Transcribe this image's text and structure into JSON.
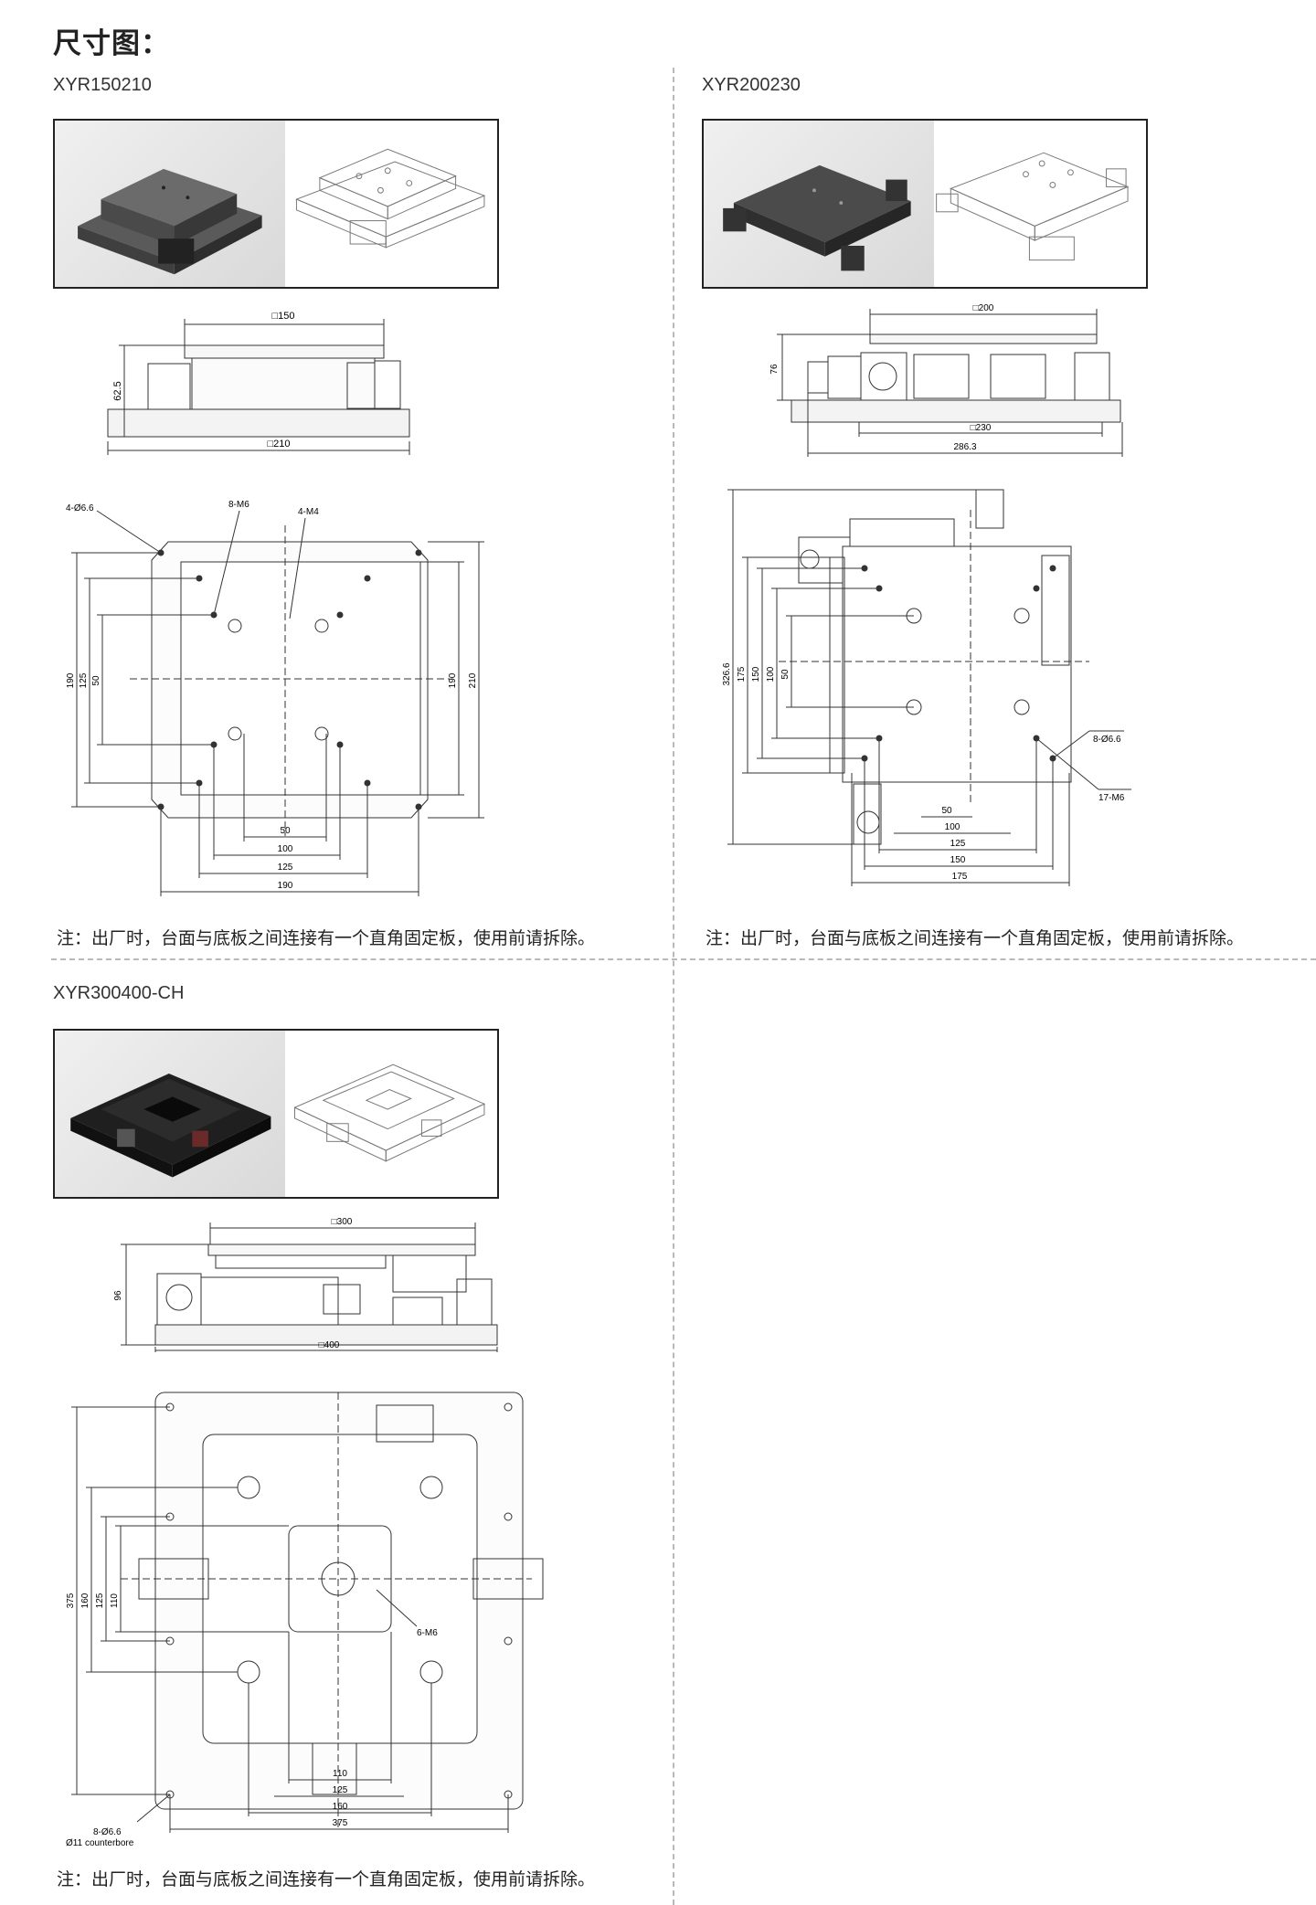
{
  "page": {
    "title": "尺寸图：",
    "note": "注：出厂时，台面与底板之间连接有一个直角固定板，使用前请拆除。"
  },
  "models": [
    {
      "name": "XYR150210",
      "side": {
        "top_dim": "□150",
        "height_dim": "62.5",
        "bottom_dim": "□210"
      },
      "plan": {
        "callouts": [
          "4-Ø6.6",
          "8-M6",
          "4-M4"
        ],
        "left_dims": [
          "190",
          "125",
          "50"
        ],
        "right_dims": [
          "190",
          "210"
        ],
        "bottom_dims": [
          "50",
          "100",
          "125",
          "190"
        ]
      }
    },
    {
      "name": "XYR200230",
      "side": {
        "top_dim": "□200",
        "height_dim": "76",
        "bottom_dim": "□230",
        "overall_dim": "286.3"
      },
      "plan": {
        "callouts": [
          "8-Ø6.6",
          "17-M6"
        ],
        "left_dims": [
          "326.6",
          "175",
          "150",
          "100",
          "50"
        ],
        "bottom_dims": [
          "50",
          "100",
          "125",
          "150",
          "175"
        ]
      }
    },
    {
      "name": "XYR300400-CH",
      "side": {
        "top_dim": "□300",
        "height_dim": "96",
        "bottom_dim": "□400"
      },
      "plan": {
        "callouts": [
          "6-M6",
          "8-Ø6.6",
          "Ø11 counterbore"
        ],
        "left_dims": [
          "375",
          "160",
          "125",
          "110"
        ],
        "bottom_dims": [
          "110",
          "125",
          "160",
          "375"
        ]
      }
    }
  ]
}
